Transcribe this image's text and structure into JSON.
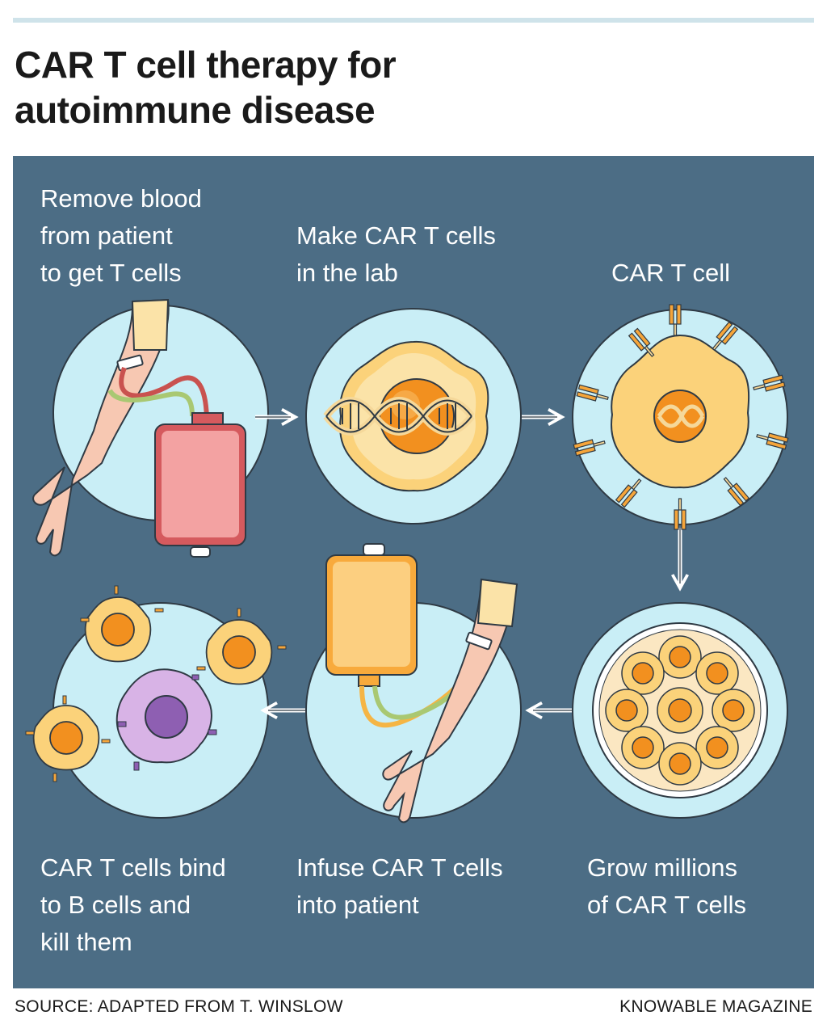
{
  "title": {
    "line1": "CAR T cell therapy for",
    "line2": "autoimmune disease"
  },
  "steps": [
    {
      "lines": [
        "Remove blood",
        "from patient",
        "to get T cells"
      ]
    },
    {
      "lines": [
        "Make CAR T cells",
        "in the lab"
      ]
    },
    {
      "lines": [
        "CAR T cell"
      ]
    },
    {
      "lines": [
        "Grow millions",
        "of CAR T cells"
      ]
    },
    {
      "lines": [
        "Infuse CAR T cells",
        "into patient"
      ]
    },
    {
      "lines": [
        "CAR T cells bind",
        "to B cells and",
        "kill them"
      ]
    }
  ],
  "footer": {
    "source": "SOURCE: ADAPTED FROM T. WINSLOW",
    "publisher": "KNOWABLE MAGAZINE"
  },
  "colors": {
    "panel": "#4c6d85",
    "circle": "#c9eef6",
    "cell_fill": "#fbd27a",
    "nucleus": "#f2901f",
    "bag_red": "#d55a5e",
    "bag_orange": "#f8aa3c",
    "b_cell": "#d8b3e6",
    "b_nucleus": "#8e5fb2",
    "skin": "#f7c8b2",
    "arrow": "#ffffff"
  },
  "icons": [
    "arm-icon",
    "blood-bag-icon",
    "dna-icon",
    "t-cell-icon",
    "car-t-cell-icon",
    "petri-dish-icon",
    "iv-bag-icon",
    "b-cell-icon",
    "arrow-right-icon",
    "arrow-down-icon",
    "arrow-left-icon"
  ]
}
